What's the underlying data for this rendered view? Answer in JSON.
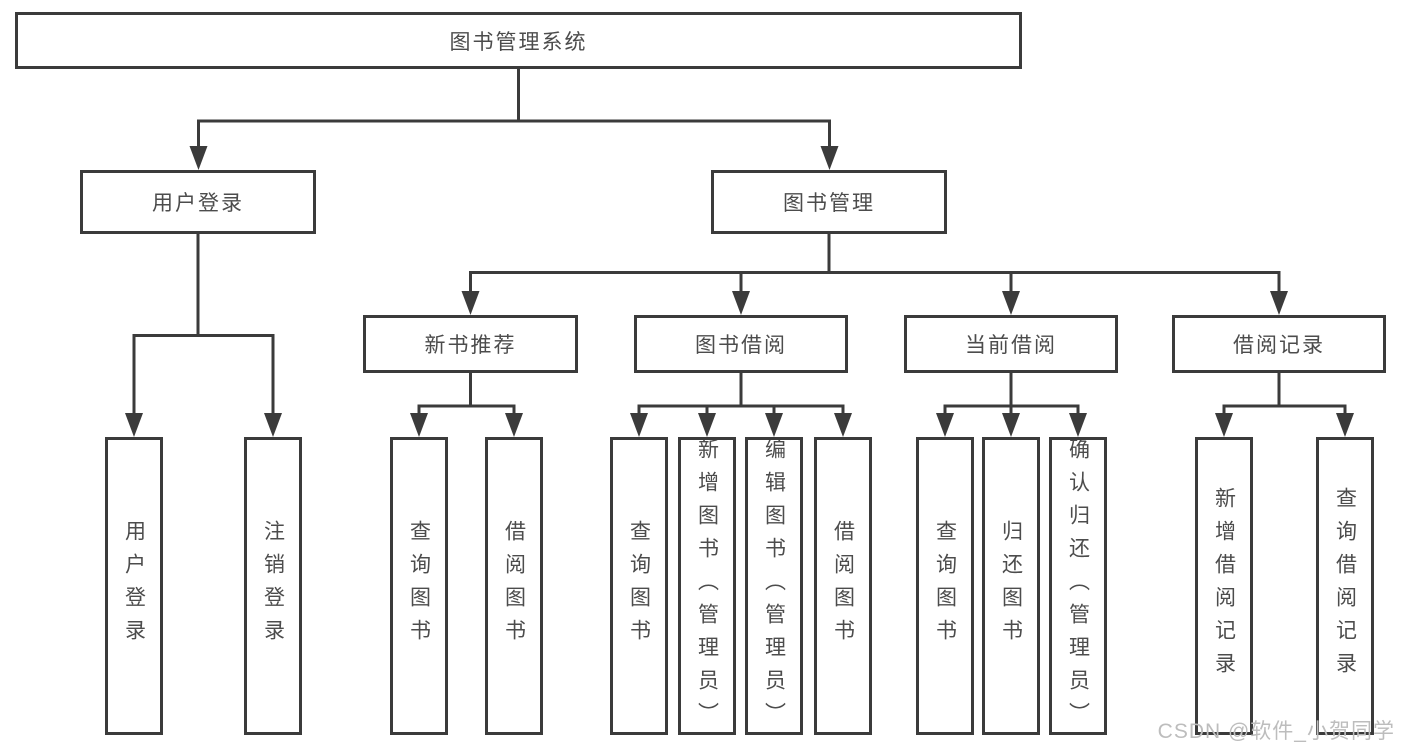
{
  "colors": {
    "line": "#3b3b3b",
    "text": "#4c4c4c",
    "watermark": "#bdbdbd",
    "background": "#ffffff"
  },
  "watermark": "CSDN @软件_小贺同学",
  "tree": {
    "root": {
      "label": "图书管理系统"
    },
    "branches": [
      {
        "label": "用户登录",
        "children": [
          {
            "label": "用户登录"
          },
          {
            "label": "注销登录"
          }
        ]
      },
      {
        "label": "图书管理",
        "children": [
          {
            "label": "新书推荐",
            "children": [
              {
                "label": "查询图书"
              },
              {
                "label": "借阅图书"
              }
            ]
          },
          {
            "label": "图书借阅",
            "children": [
              {
                "label": "查询图书"
              },
              {
                "label": "新增图书（管理员）"
              },
              {
                "label": "编辑图书（管理员）"
              },
              {
                "label": "借阅图书"
              }
            ]
          },
          {
            "label": "当前借阅",
            "children": [
              {
                "label": "查询图书"
              },
              {
                "label": "归还图书"
              },
              {
                "label": "确认归还（管理员）"
              }
            ]
          },
          {
            "label": "借阅记录",
            "children": [
              {
                "label": "新增借阅记录"
              },
              {
                "label": "查询借阅记录"
              }
            ]
          }
        ]
      }
    ]
  }
}
